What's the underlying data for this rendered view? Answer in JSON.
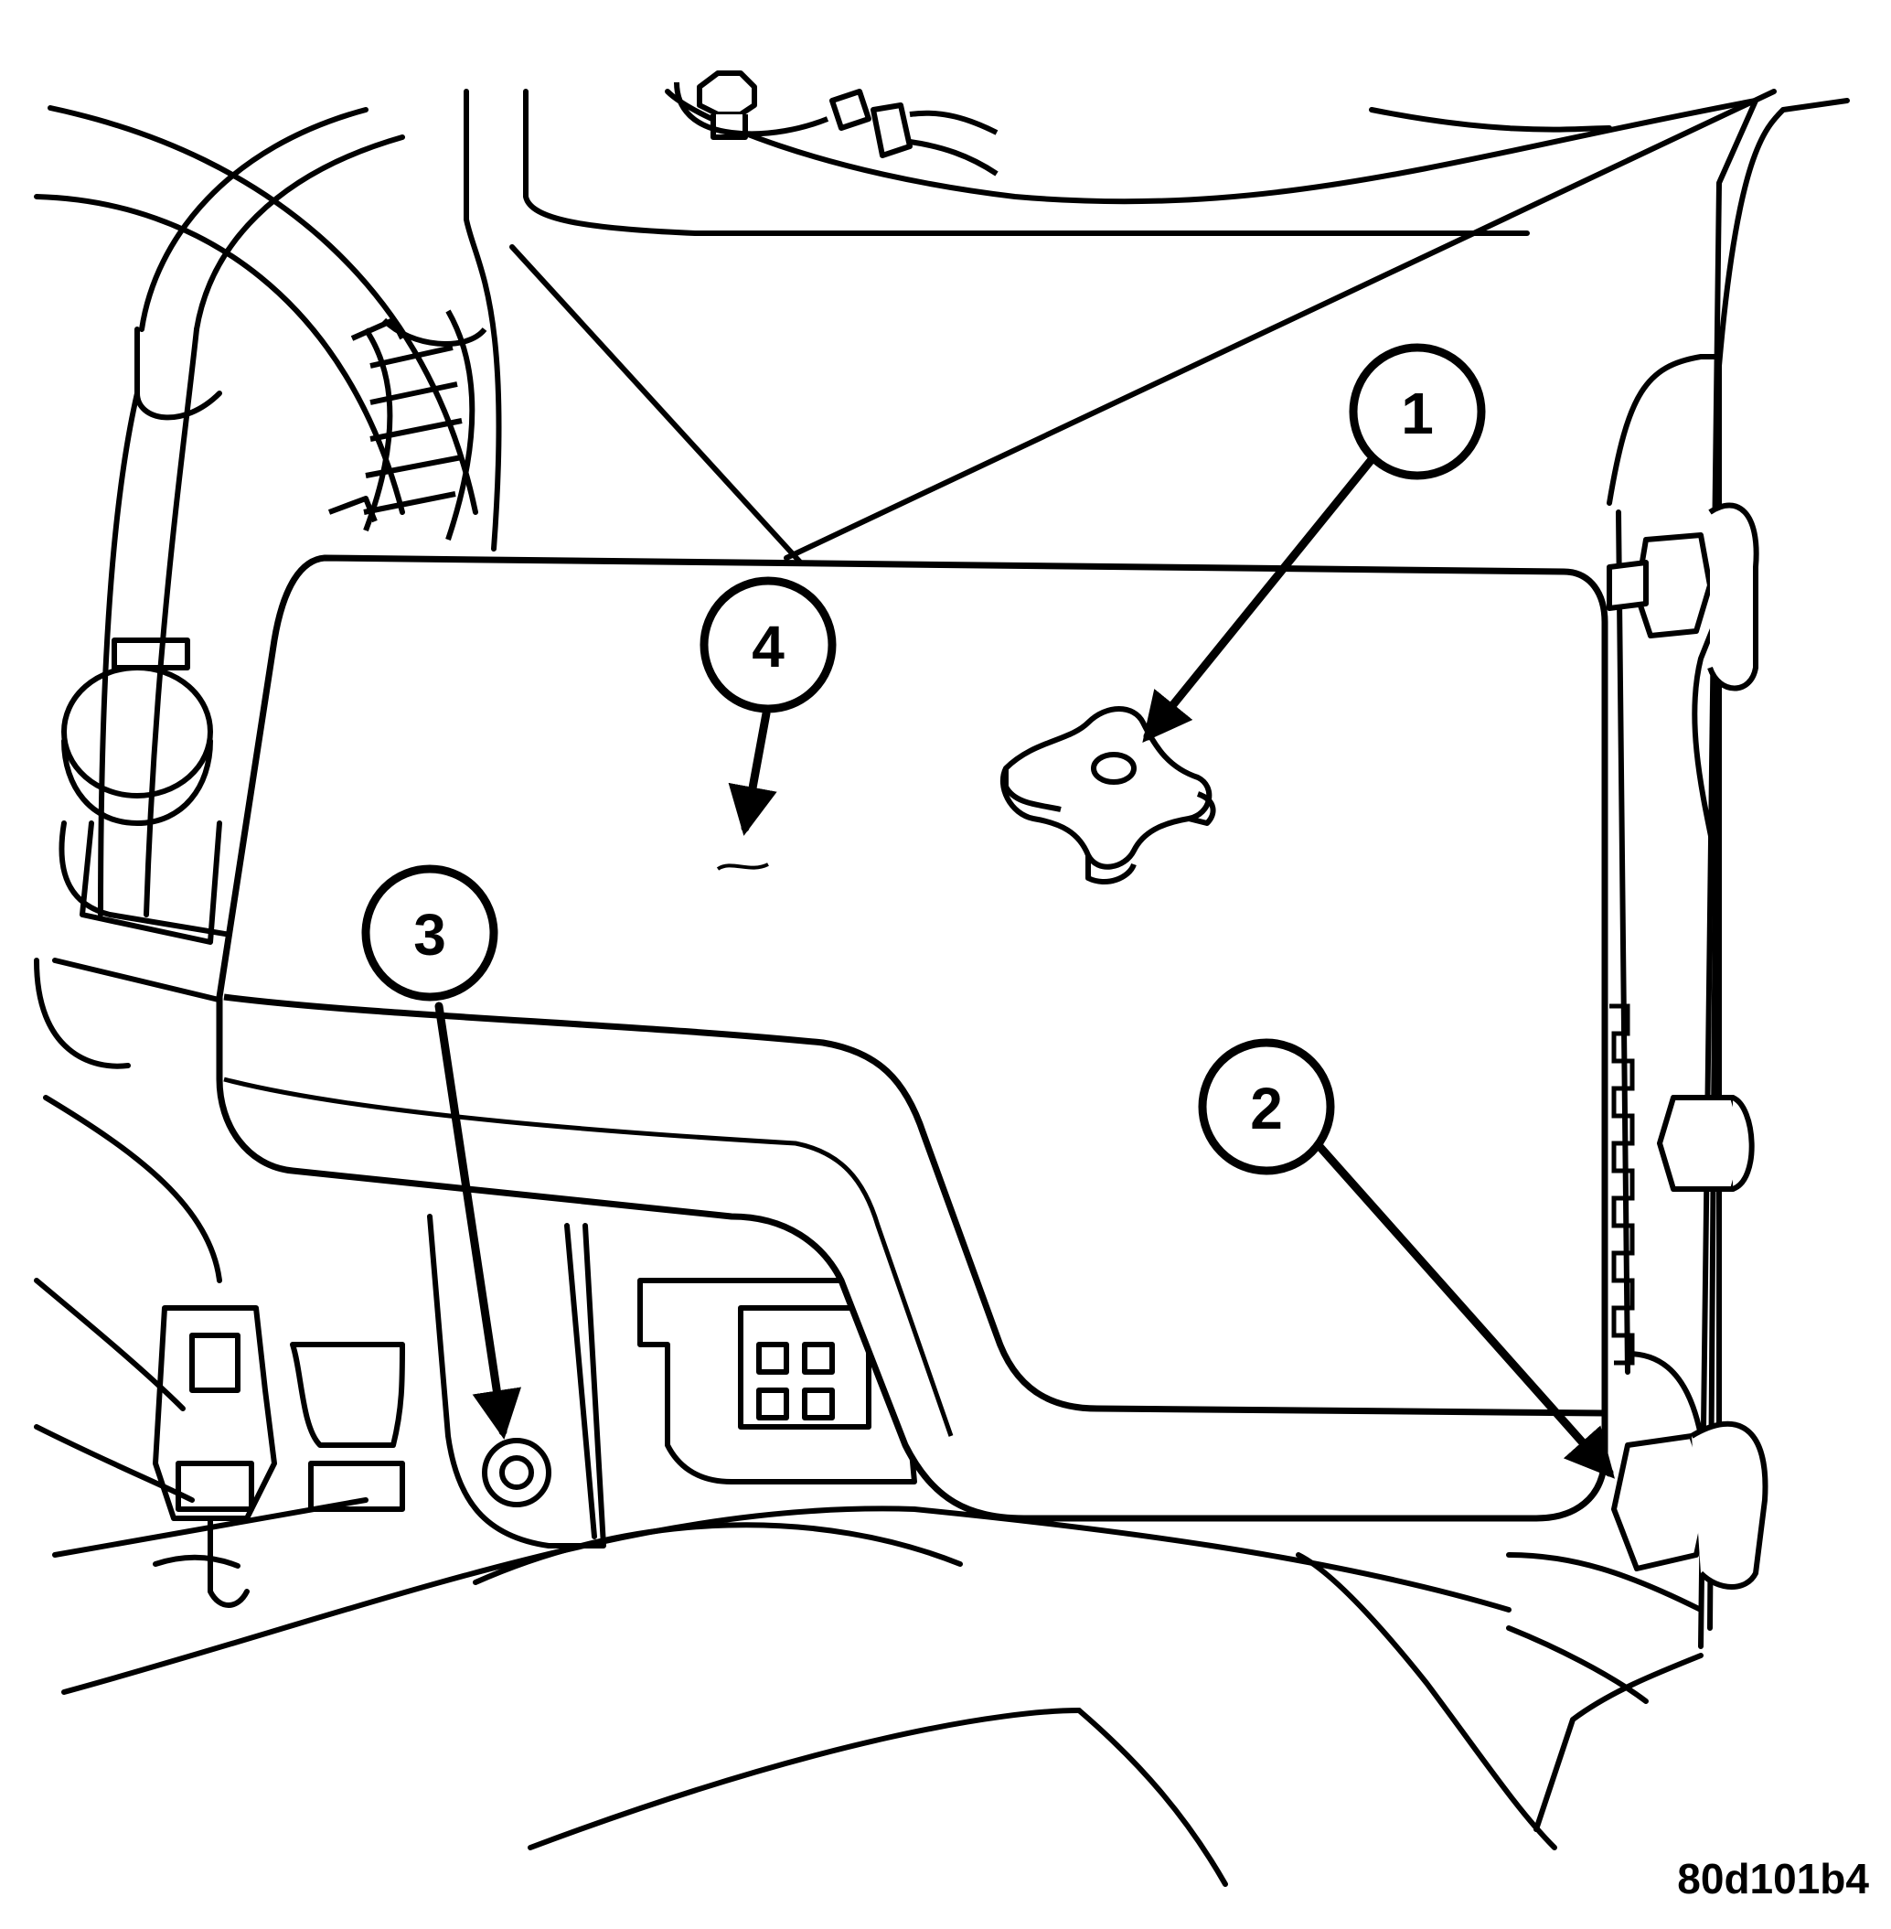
{
  "figure_id": "80d101b4",
  "callouts": [
    {
      "label": "1"
    },
    {
      "label": "2"
    },
    {
      "label": "3"
    },
    {
      "label": "4"
    }
  ],
  "colors": {
    "line": "#000000",
    "background": "#ffffff"
  }
}
